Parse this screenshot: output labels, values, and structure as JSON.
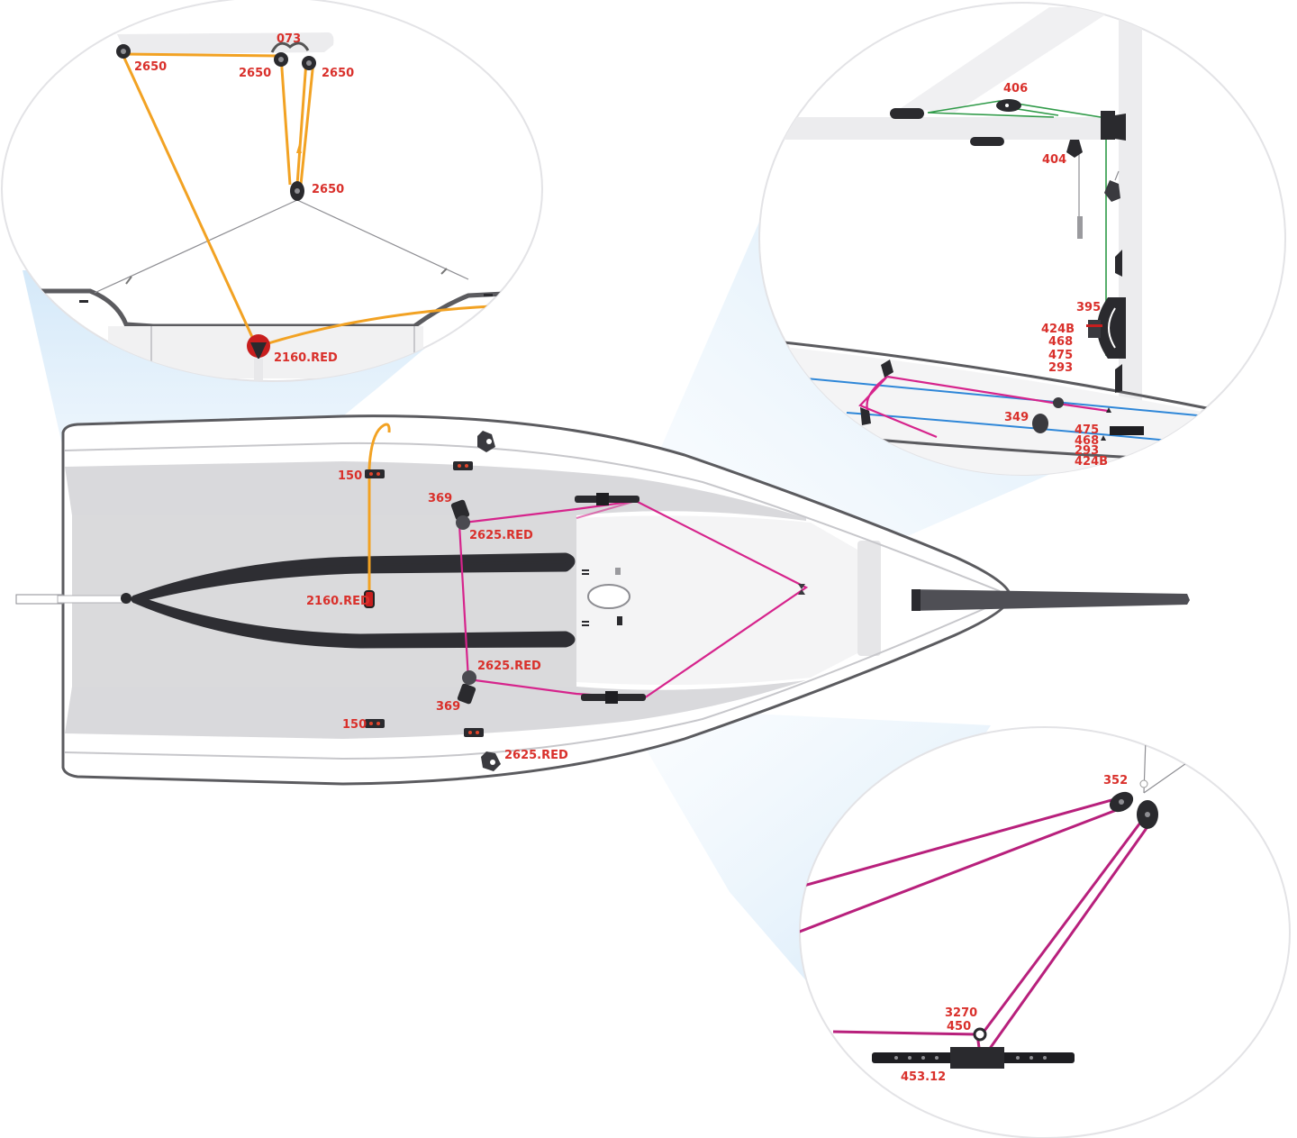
{
  "diagram": {
    "colors": {
      "label": "#d9302b",
      "spinnaker_line": "#d6248c",
      "vang_line": "#f2a223",
      "cunningham_line": "#2f9a48",
      "hull_outline": "#5b5b5f",
      "deck_grey": "#d9d9dc",
      "magnifier_glow": "#dceefa"
    },
    "hull_labels": {
      "fitting_150_top": "150",
      "fitting_150_bottom": "150",
      "fitting_369_top": "369",
      "fitting_369_bottom": "369",
      "fitting_2625_top": "2625.RED",
      "fitting_2625_mid": "2625.RED",
      "fitting_2625_bottom": "2625.RED",
      "fitting_2160": "2160.RED"
    },
    "detail_vang": {
      "block_073": "073",
      "block_2650_a": "2650",
      "block_2650_b": "2650",
      "block_2650_c": "2650",
      "block_2650_d": "2650",
      "cleat_2160": "2160.RED"
    },
    "detail_mast": {
      "part_406": "406",
      "part_404": "404",
      "part_395": "395",
      "stack_upper": [
        "424B",
        "468",
        "475",
        "293"
      ],
      "part_349": "349",
      "stack_lower": [
        "475",
        "468",
        "293",
        "424B"
      ]
    },
    "detail_bow": {
      "part_352": "352",
      "part_3270": "3270",
      "part_450": "450",
      "track_453": "453.12"
    }
  }
}
